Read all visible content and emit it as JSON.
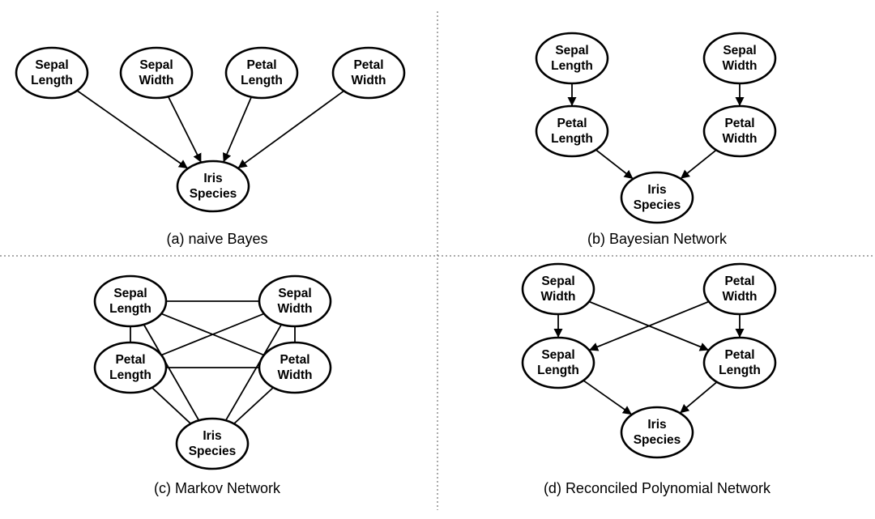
{
  "panels": [
    {
      "id": "a",
      "caption": "(a) naive Bayes",
      "edge_style": "directed",
      "nodes": [
        {
          "id": "sl",
          "lines": [
            "Sepal",
            "Length"
          ]
        },
        {
          "id": "sw",
          "lines": [
            "Sepal",
            "Width"
          ]
        },
        {
          "id": "pl",
          "lines": [
            "Petal",
            "Length"
          ]
        },
        {
          "id": "pw",
          "lines": [
            "Petal",
            "Width"
          ]
        },
        {
          "id": "is",
          "lines": [
            "Iris",
            "Species"
          ]
        }
      ],
      "edges": [
        [
          "sl",
          "is"
        ],
        [
          "sw",
          "is"
        ],
        [
          "pl",
          "is"
        ],
        [
          "pw",
          "is"
        ]
      ]
    },
    {
      "id": "b",
      "caption": "(b) Bayesian Network",
      "edge_style": "directed",
      "nodes": [
        {
          "id": "sl",
          "lines": [
            "Sepal",
            "Length"
          ]
        },
        {
          "id": "sw",
          "lines": [
            "Sepal",
            "Width"
          ]
        },
        {
          "id": "pl",
          "lines": [
            "Petal",
            "Length"
          ]
        },
        {
          "id": "pw",
          "lines": [
            "Petal",
            "Width"
          ]
        },
        {
          "id": "is",
          "lines": [
            "Iris",
            "Species"
          ]
        }
      ],
      "edges": [
        [
          "sl",
          "pl"
        ],
        [
          "sw",
          "pw"
        ],
        [
          "pl",
          "is"
        ],
        [
          "pw",
          "is"
        ]
      ]
    },
    {
      "id": "c",
      "caption": "(c) Markov Network",
      "edge_style": "undirected",
      "nodes": [
        {
          "id": "sl",
          "lines": [
            "Sepal",
            "Length"
          ]
        },
        {
          "id": "sw",
          "lines": [
            "Sepal",
            "Width"
          ]
        },
        {
          "id": "pl",
          "lines": [
            "Petal",
            "Length"
          ]
        },
        {
          "id": "pw",
          "lines": [
            "Petal",
            "Width"
          ]
        },
        {
          "id": "is",
          "lines": [
            "Iris",
            "Species"
          ]
        }
      ],
      "edges": [
        [
          "sl",
          "sw"
        ],
        [
          "sl",
          "pl"
        ],
        [
          "sl",
          "pw"
        ],
        [
          "sl",
          "is"
        ],
        [
          "sw",
          "pl"
        ],
        [
          "sw",
          "pw"
        ],
        [
          "sw",
          "is"
        ],
        [
          "pl",
          "pw"
        ],
        [
          "pl",
          "is"
        ],
        [
          "pw",
          "is"
        ]
      ]
    },
    {
      "id": "d",
      "caption": "(d) Reconciled Polynomial Network",
      "edge_style": "directed",
      "nodes": [
        {
          "id": "sw",
          "lines": [
            "Sepal",
            "Width"
          ]
        },
        {
          "id": "pw",
          "lines": [
            "Petal",
            "Width"
          ]
        },
        {
          "id": "sl",
          "lines": [
            "Sepal",
            "Length"
          ]
        },
        {
          "id": "pl",
          "lines": [
            "Petal",
            "Length"
          ]
        },
        {
          "id": "is",
          "lines": [
            "Iris",
            "Species"
          ]
        }
      ],
      "edges": [
        [
          "sw",
          "sl"
        ],
        [
          "sw",
          "pl"
        ],
        [
          "pw",
          "sl"
        ],
        [
          "pw",
          "pl"
        ],
        [
          "sl",
          "is"
        ],
        [
          "pl",
          "is"
        ]
      ]
    }
  ]
}
